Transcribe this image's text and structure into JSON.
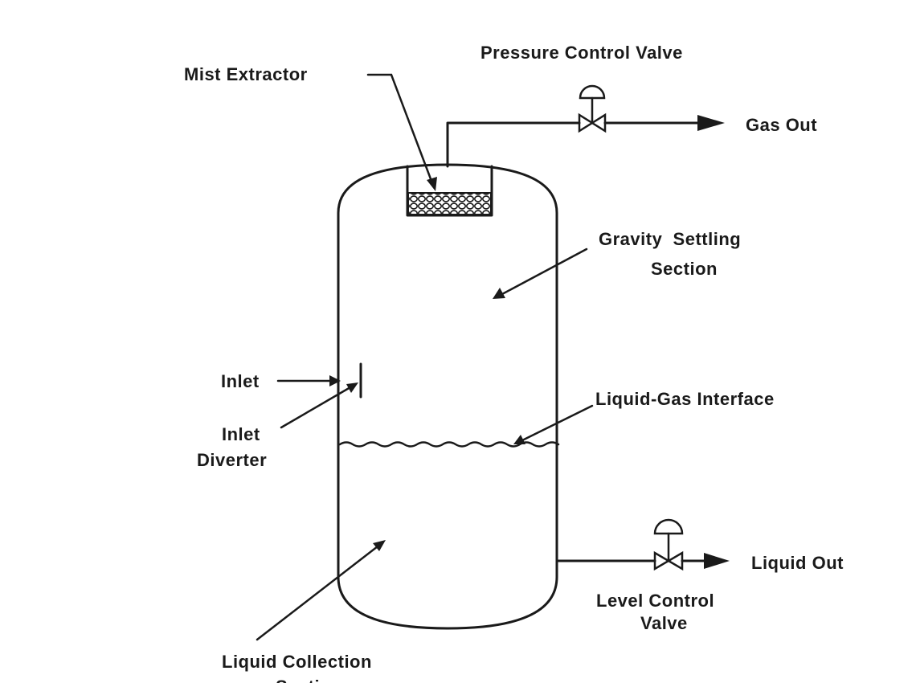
{
  "labels": {
    "mist_extractor": "Mist Extractor",
    "pressure_control_valve": "Pressure Control Valve",
    "gas_out": "Gas Out",
    "gravity_settling_line1": "Gravity  Settling",
    "gravity_settling_line2": "Section",
    "inlet": "Inlet",
    "inlet_diverter_line1": "Inlet",
    "inlet_diverter_line2": "Diverter",
    "liquid_gas_interface": "Liquid-Gas Interface",
    "liquid_out": "Liquid Out",
    "level_control_valve_line1": "Level Control",
    "level_control_valve_line2": "Valve",
    "liquid_collection_line1": "Liquid Collection",
    "liquid_collection_line2": "Section"
  }
}
